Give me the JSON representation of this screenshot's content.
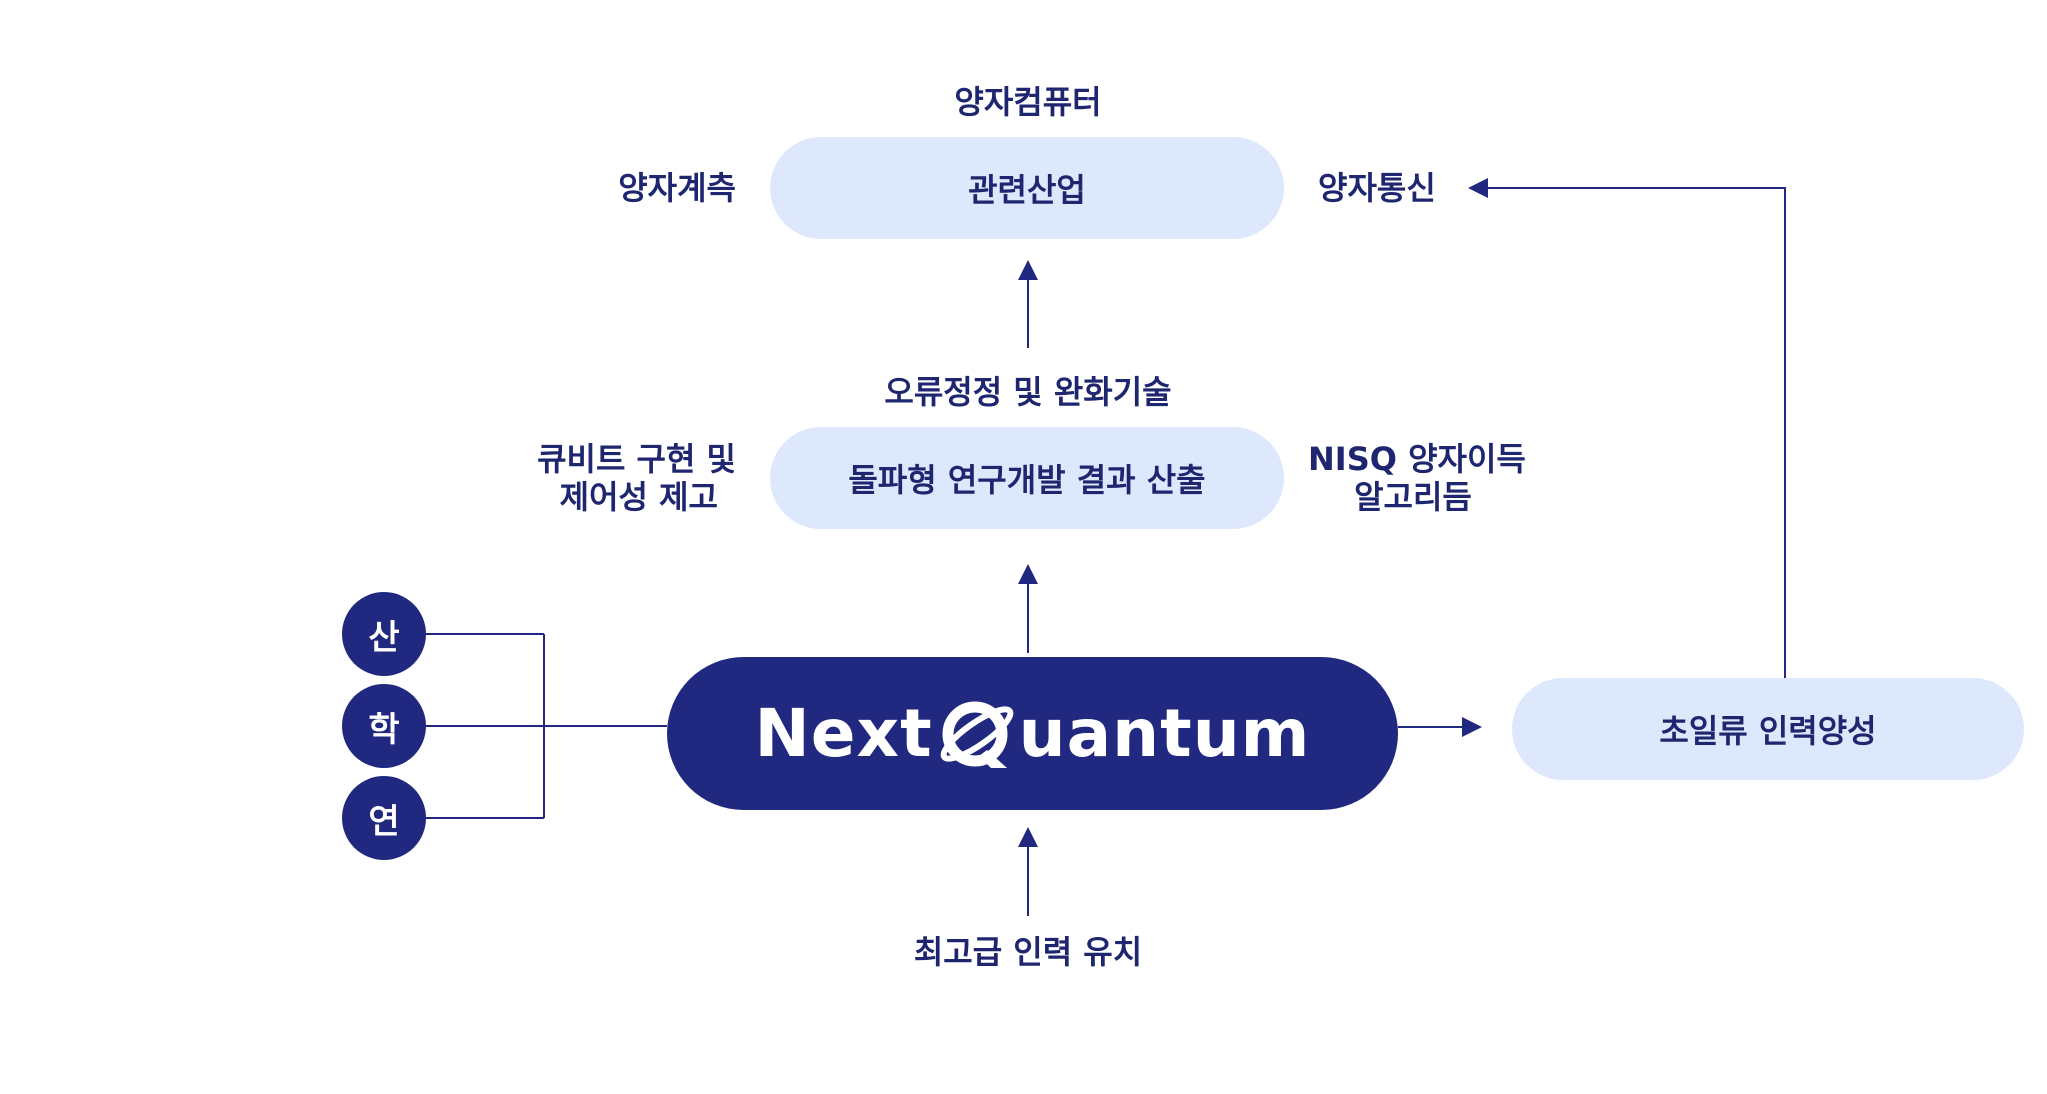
{
  "top": {
    "header": "양자컴퓨터",
    "box": "관련산업",
    "left": "양자계측",
    "right": "양자통신"
  },
  "middle": {
    "header": "오류정정 및 완화기술",
    "box": "돌파형 연구개발 결과 산출",
    "left_line1": "큐비트 구현 및",
    "left_line2": "제어성 제고",
    "right_line1": "NISQ 양자이득",
    "right_line2": "알고리듬"
  },
  "circles": [
    "산",
    "학",
    "연"
  ],
  "logo": {
    "before": "Next",
    "after": "uantum"
  },
  "right_box": "초일류 인력양성",
  "bottom": "최고급 인력 유치",
  "colors": {
    "navy": "#202880",
    "light": "#dde8fc",
    "text": "#1f2670"
  }
}
